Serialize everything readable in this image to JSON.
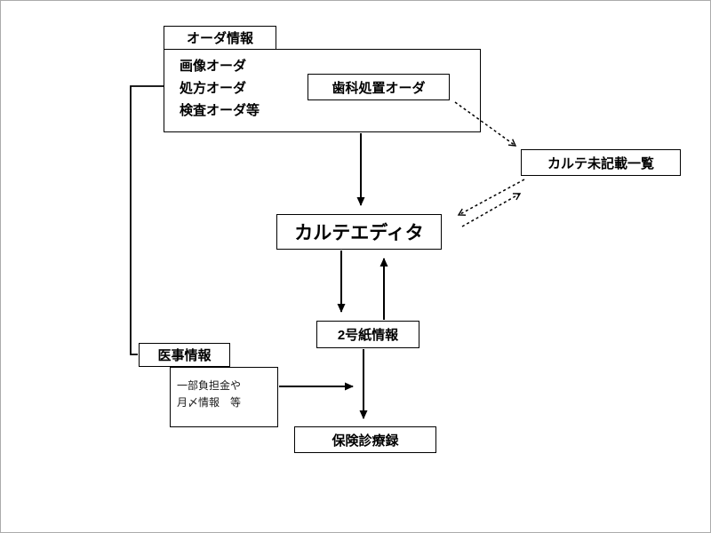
{
  "diagram": {
    "order_info": {
      "title": "オーダ情報",
      "items": [
        "画像オーダ",
        "処方オーダ",
        "検査オーダ等"
      ]
    },
    "dental_order_label": "歯科処置オーダ",
    "missing_list_label": "カルテ未記載一覧",
    "editor_label": "カルテエディタ",
    "form2_label": "2号紙情報",
    "medical_label": "医事情報",
    "medical_detail_lines": [
      "一部負担金や",
      "月〆情報　等"
    ],
    "insurance_label": "保険診療録"
  }
}
